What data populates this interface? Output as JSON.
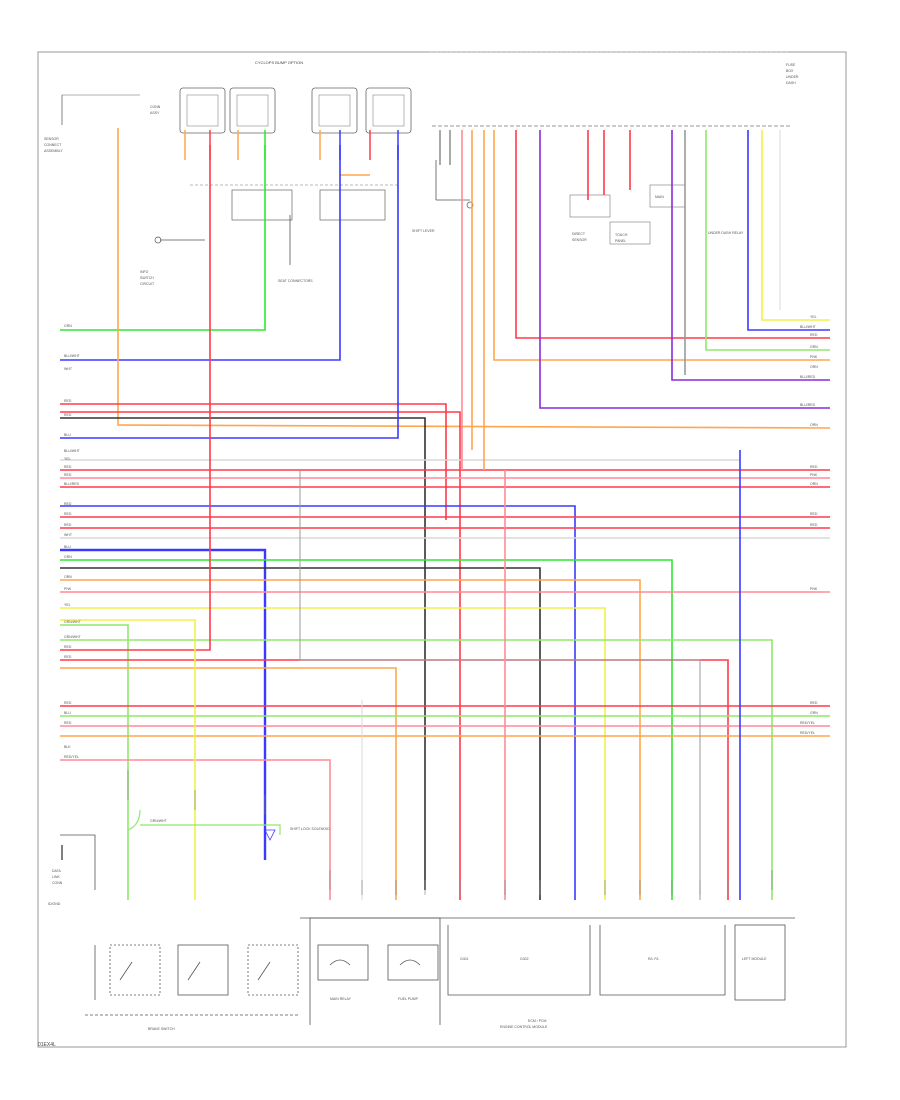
{
  "labels": {
    "top_title": "CYCLOPS BUMP OPTION",
    "footer_code": "01EX4L",
    "seat_connectors": "SEAT CONNECTORS",
    "shift_lever": "SHIFT LEVER",
    "under_dash_relay": "UNDER DASH RELAY",
    "left_module": "LEFT MODULE",
    "ecm_label": "ECM / PCM",
    "ecm_sub": "ENGINE CONTROL MODULE",
    "brake_switch": "BRAKE SWITCH",
    "shift_lock": "SHIFT LOCK SOLENOID",
    "rl_fl": "R/L F/L",
    "box_a": "MAIN RELAY",
    "box_b": "FUEL PUMP",
    "ground_a": "G401",
    "ground_b": "G402"
  },
  "wire_colors": {
    "red": "#ff3b4a",
    "pink": "#ff8c96",
    "orange": "#ffa64d",
    "green": "#2ee830",
    "lightgreen": "#8fe86a",
    "blue": "#3a3aff",
    "violet": "#8b2bd9",
    "gray": "#9a9a9a",
    "black": "#333333",
    "yellow": "#f0f04a",
    "white": "#d8d8d8"
  },
  "wire_labels_left": [
    "GRN",
    "BLU/WHT",
    "WHT",
    "RED",
    "RED",
    "BLU",
    "BLU/WHT",
    "YEL",
    "RED",
    "RED",
    "BLU/RED",
    "RED",
    "RED",
    "RED",
    "WHT",
    "BLU",
    "GRN",
    "ORN",
    "PNK",
    "YEL",
    "GRN/WHT",
    "GRN/WHT",
    "RED",
    "RED",
    "RED",
    "BLU",
    "RED",
    "BLK",
    "RED/YEL"
  ],
  "wire_labels_right": [
    "YEL",
    "BLU/WHT",
    "GRN",
    "RED",
    "PNK",
    "ORN",
    "BLU/RED",
    "BLU/RED",
    "ORN",
    "RED",
    "PNK",
    "ORN",
    "RED",
    "PNK",
    "RED",
    "RED",
    "GRN",
    "RED/YEL",
    "RED/YEL"
  ]
}
